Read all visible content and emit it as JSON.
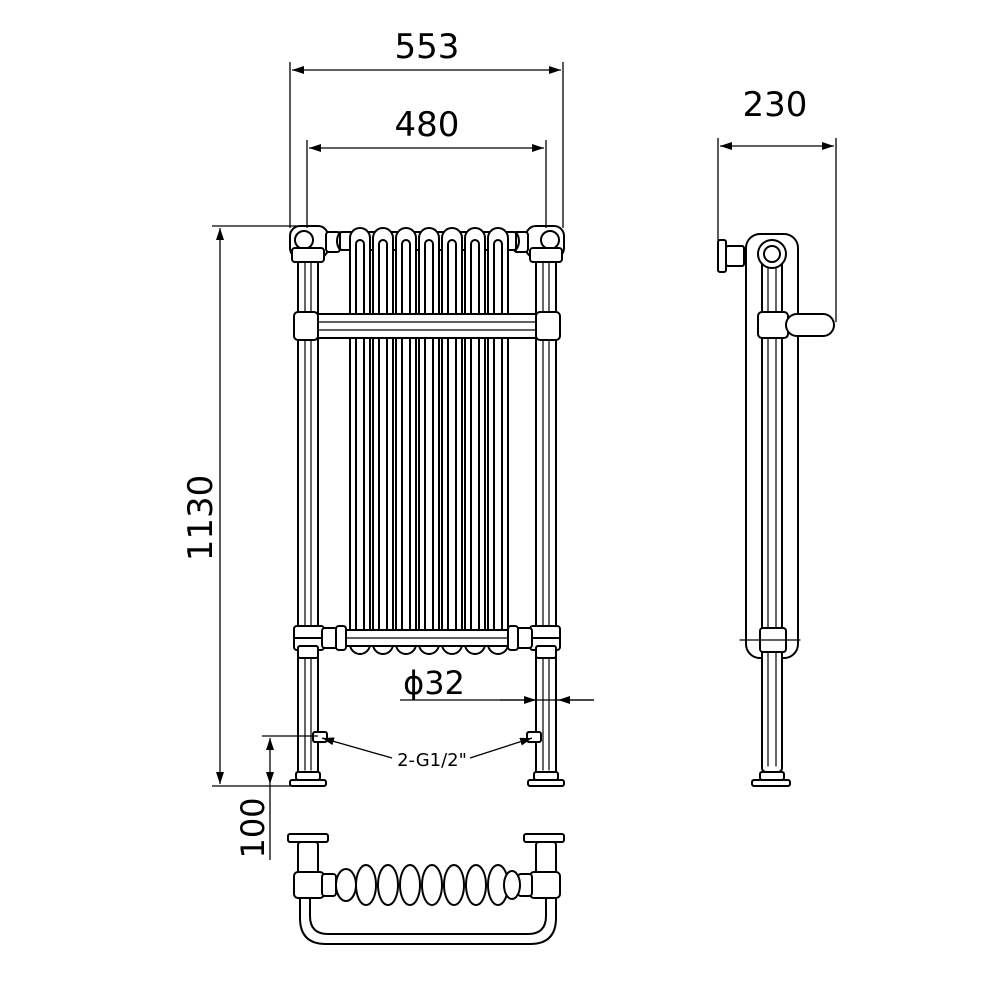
{
  "dimensions": {
    "overall_width": "553",
    "centre_width": "480",
    "depth": "230",
    "height": "1130",
    "floor_clearance": "100",
    "pipe_diameter": "ϕ32",
    "connections": "2-G1/2\""
  },
  "colors": {
    "line": "#000000",
    "paper": "#ffffff"
  }
}
